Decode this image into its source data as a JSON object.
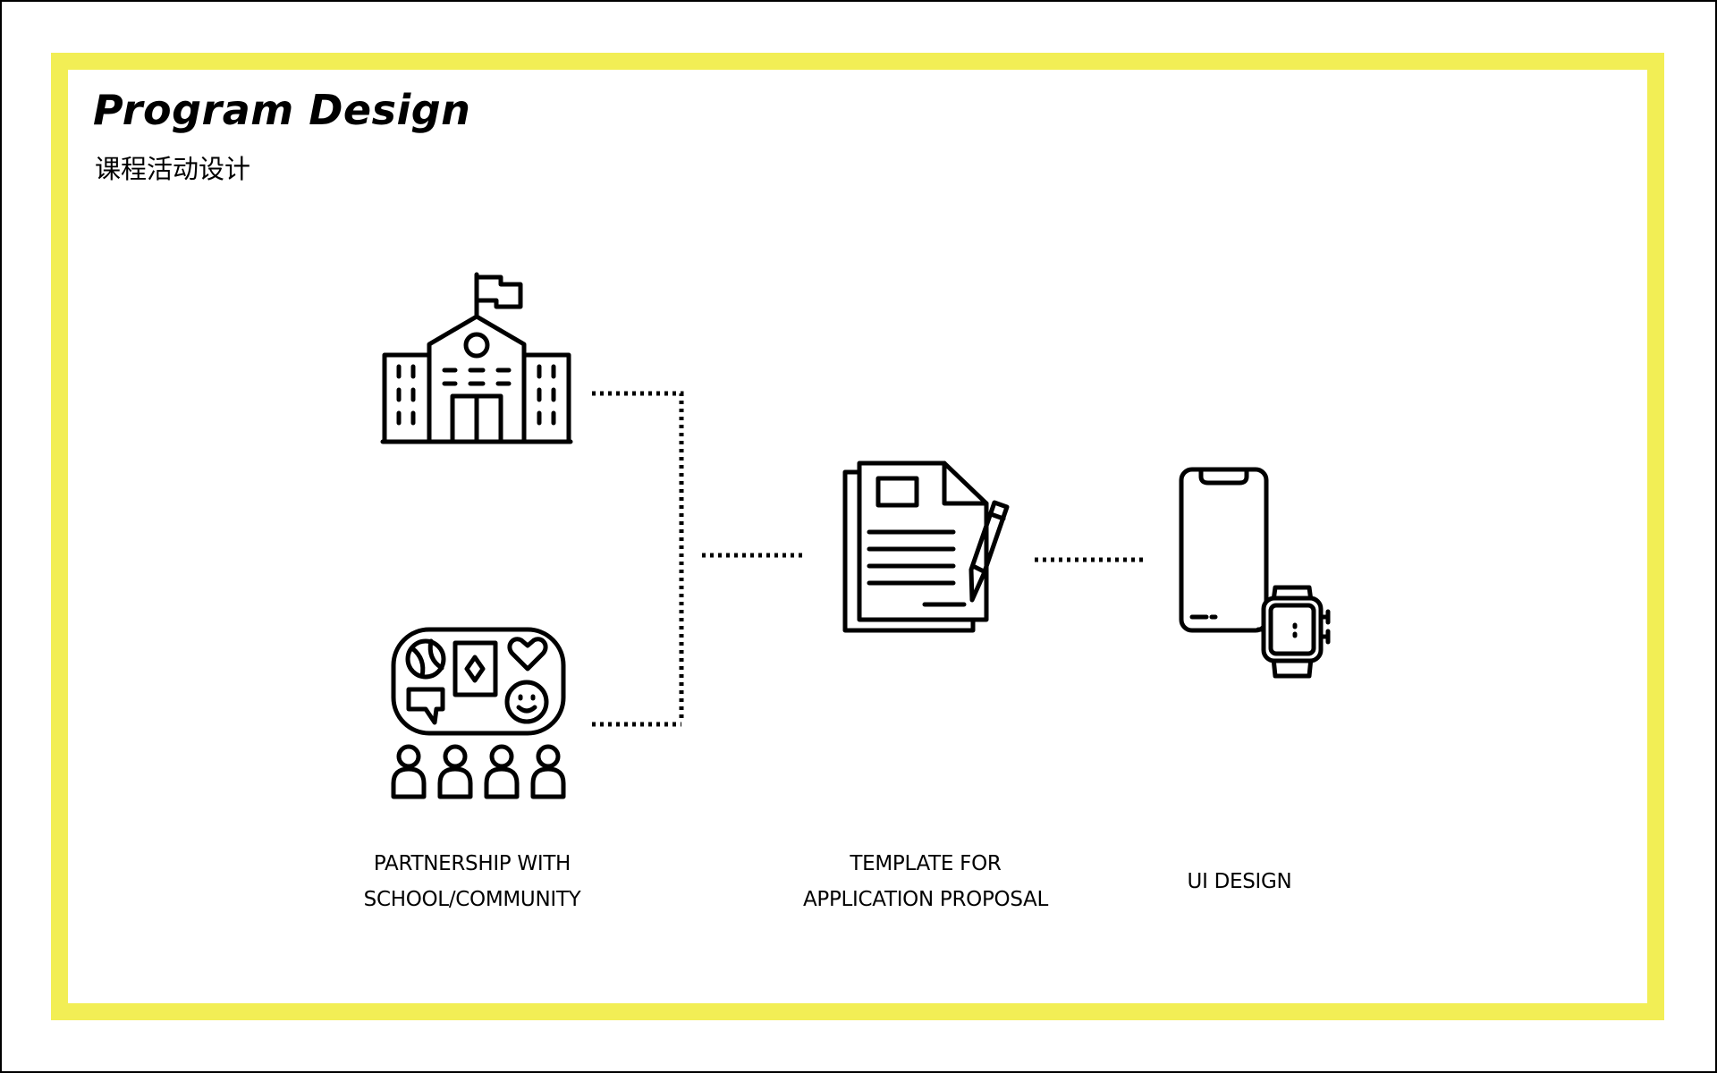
{
  "slide": {
    "title": "Program Design",
    "subtitle": "课程活动设计"
  },
  "nodes": {
    "partnership": {
      "line1": "PARTNERSHIP WITH",
      "line2": "SCHOOL/COMMUNITY",
      "icons": [
        "school-building-icon",
        "community-activity-board-icon"
      ]
    },
    "template": {
      "line1": "TEMPLATE FOR",
      "line2": "APPLICATION PROPOSAL",
      "icons": [
        "document-pen-icon"
      ]
    },
    "ui": {
      "line1": "UI DESIGN",
      "icons": [
        "smartphone-icon",
        "smartwatch-icon"
      ]
    }
  },
  "colors": {
    "frame": "#f2ee55",
    "ink": "#000000",
    "background": "#ffffff"
  }
}
